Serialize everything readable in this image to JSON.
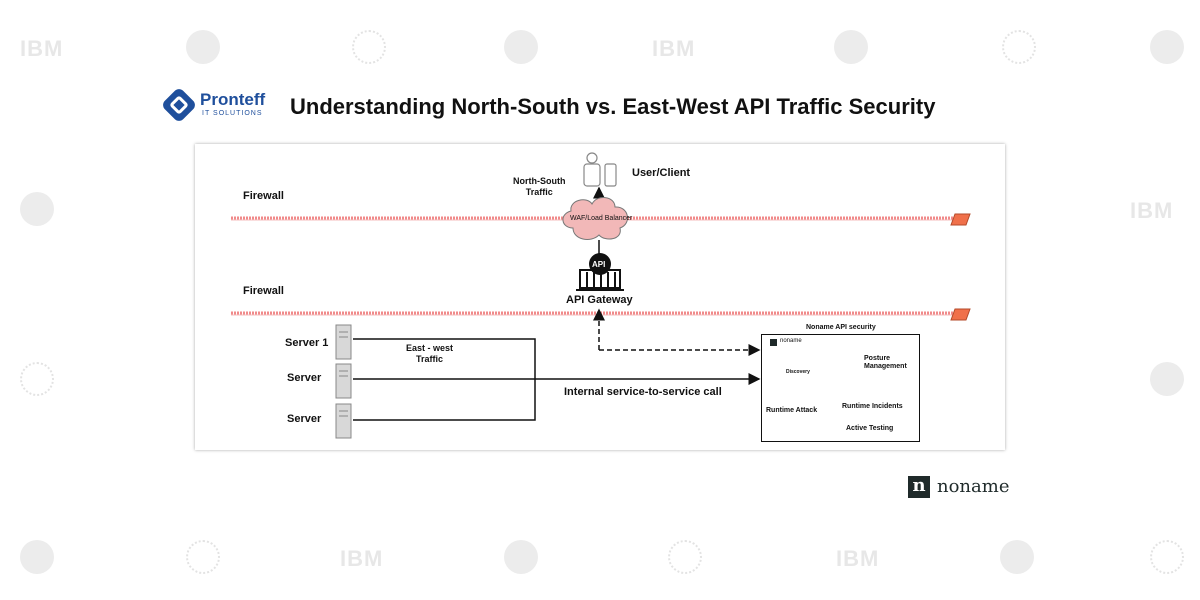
{
  "header": {
    "brand_name": "Pronteff",
    "brand_sub": "IT SOLUTIONS",
    "title": "Understanding North-South vs. East-West API Traffic Security"
  },
  "watermarks": {
    "ibm_text": "IBM"
  },
  "diagram": {
    "firewall_top": "Firewall",
    "firewall_bottom": "Firewall",
    "north_south": "North-South\nTraffic",
    "user_client": "User/Client",
    "waf": "WAF/Load Balancer",
    "api_badge": "API",
    "api_gateway": "API Gateway",
    "server1": "Server 1",
    "server2": "Server",
    "server3": "Server",
    "east_west": "East - west\nTraffic",
    "internal_call": "Internal service-to-service call",
    "noname_title": "Noname API security",
    "noname_brand": "noname",
    "discovery": "Discovery",
    "posture": "Posture\nManagement",
    "runtime_attack": "Runtime Attack",
    "runtime_incidents": "Runtime Incidents",
    "active_testing": "Active Testing"
  },
  "footer": {
    "badge_letter": "n",
    "brand": "noname"
  },
  "colors": {
    "firewall": "#f08a8a",
    "brand_blue": "#1f4f9c",
    "cloud": "#f2b8b8"
  }
}
